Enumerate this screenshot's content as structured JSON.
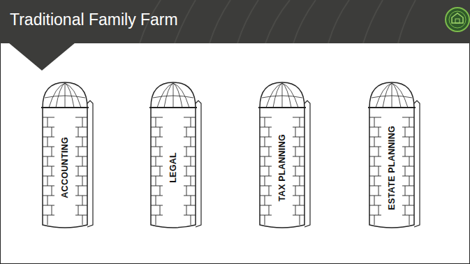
{
  "diagram": {
    "title": "Traditional Family Farm",
    "nodes": [
      {
        "text": [
          "ACCOUNTING"
        ]
      },
      {
        "text": [
          "LEGAL"
        ]
      },
      {
        "text": [
          "TAX PLANNING"
        ]
      },
      {
        "text": [
          "ESTATE PLANNING"
        ]
      }
    ]
  }
}
